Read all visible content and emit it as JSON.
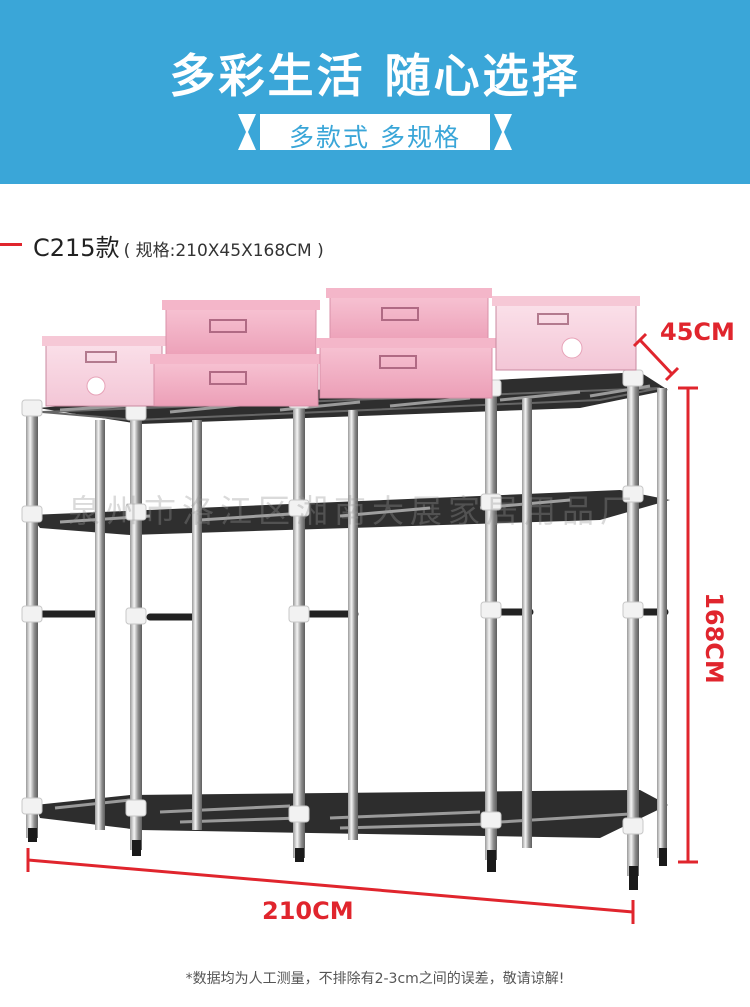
{
  "banner": {
    "title": "多彩生活 随心选择",
    "subtitle": "多款式 多规格",
    "bg_color": "#3aa6d8"
  },
  "product": {
    "model_name": "C215款",
    "spec": "( 规格:210X45X168CM )"
  },
  "dimensions": {
    "depth": "45CM",
    "height": "168CM",
    "width": "210CM",
    "color": "#e0252d"
  },
  "watermark": "泉州市洛江区湘南大展家居用品厂",
  "footnote": "*数据均为人工测量，不排除有2-3cm之间的误差，敬请谅解!"
}
